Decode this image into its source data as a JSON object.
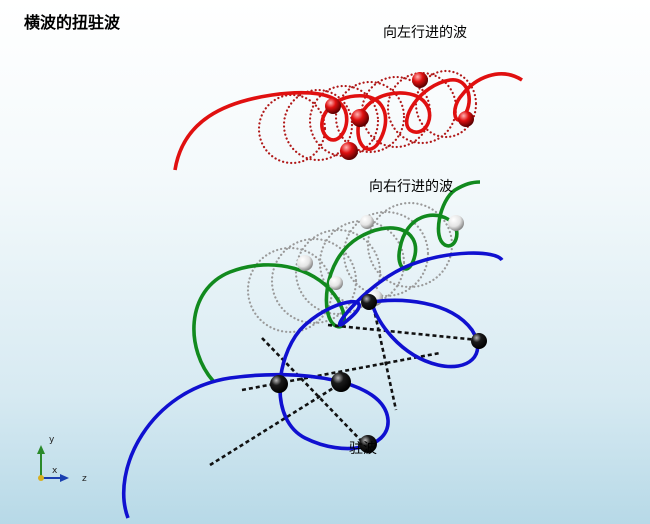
{
  "title": "横波的扭驻波",
  "labels": {
    "left_wave": "向左行进的波",
    "right_wave": "向右行进的波",
    "standing_wave": "驻波"
  },
  "axis_triad": {
    "y": "y",
    "x": "x",
    "z": "z"
  },
  "colors": {
    "left_wave": "#e01010",
    "right_wave": "#118a1e",
    "standing_wave": "#1010d0",
    "left_dots": "#b01818",
    "right_dots": "#9a9a9a",
    "standing_lines": "#111111",
    "balls_left": "#d81010",
    "balls_right": "#f2f2f2",
    "balls_standing": "#111111"
  },
  "icons": [
    "axis-triad-icon"
  ]
}
